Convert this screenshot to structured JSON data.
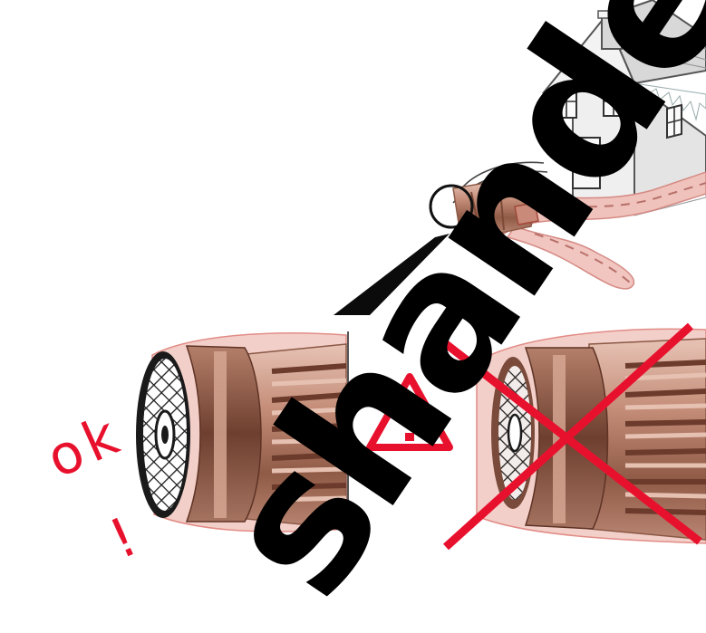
{
  "labels": {
    "ok": "ok !"
  },
  "watermark": {
    "text": "shande"
  },
  "icons": {
    "house": "house-icon",
    "warning": "warning-triangle-icon",
    "cross": "cross-x-icon",
    "pointer": "magnify-pointer-wedge"
  },
  "colors": {
    "accent_red": "#e8112d",
    "cable_pink": "#e9b3ae",
    "connector_brown": "#9c6a55",
    "watermark_black": "#000000"
  }
}
